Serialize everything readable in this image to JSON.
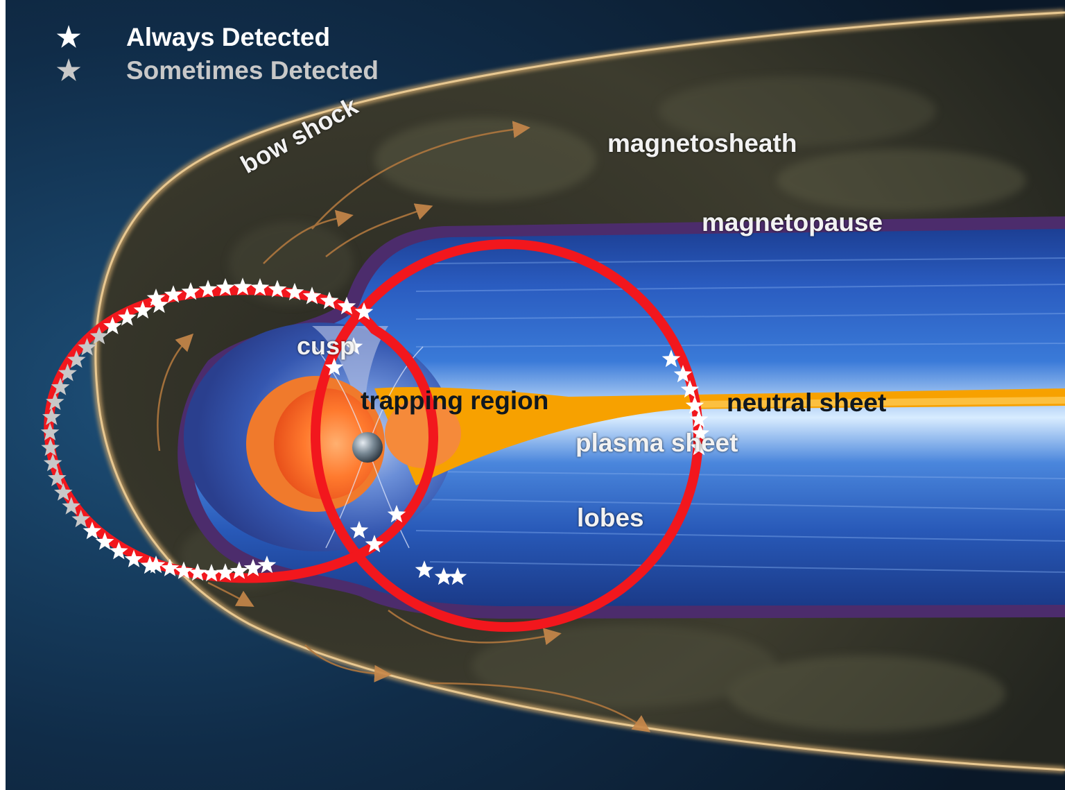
{
  "legend": [
    {
      "symbol": "★",
      "label": "Always Detected",
      "color": "#ffffff"
    },
    {
      "symbol": "★",
      "label": "Sometimes Detected",
      "color": "#c8c8c8"
    }
  ],
  "regions": {
    "bow_shock": "bow shock",
    "magnetosheath": "magnetosheath",
    "magnetopause": "magnetopause",
    "cusp": "cusp",
    "trapping_region": "trapping region",
    "neutral_sheet": "neutral sheet",
    "plasma_sheet": "plasma sheet",
    "lobes": "lobes"
  },
  "colors": {
    "background_space": "#0c2a44",
    "magnetosheath_cloud": "#3a3a2c",
    "magnetosphere_blue": "#2457b8",
    "plasma_sheet_orange": "#f7a100",
    "orbit_red": "#f2171d",
    "magnetopause_purple": "#4a2a6a",
    "bow_shock_glow": "#c9a56a"
  }
}
